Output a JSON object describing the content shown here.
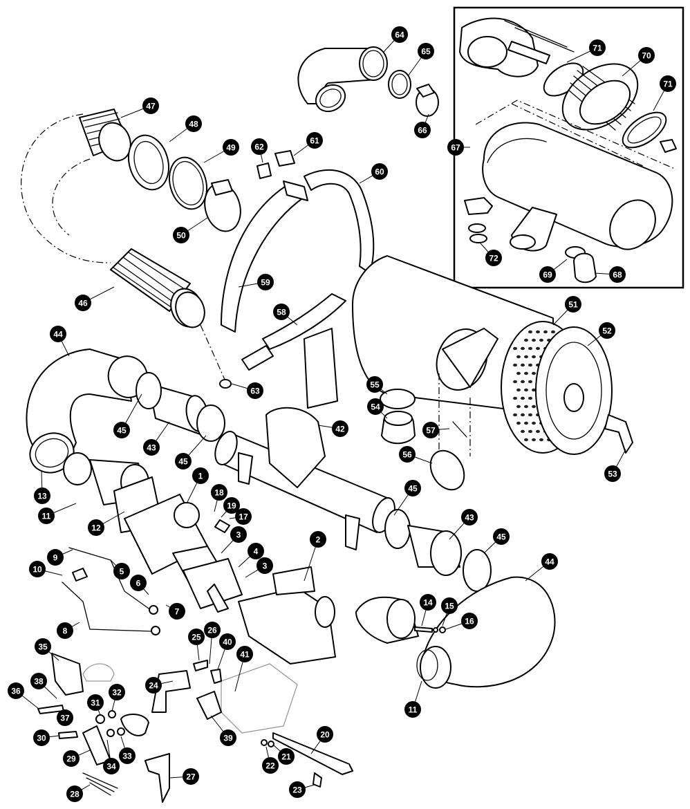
{
  "diagram": {
    "callouts": [
      {
        "id": "c1",
        "label": "1"
      },
      {
        "id": "c2",
        "label": "2"
      },
      {
        "id": "c3a",
        "label": "3"
      },
      {
        "id": "c3b",
        "label": "3"
      },
      {
        "id": "c4",
        "label": "4"
      },
      {
        "id": "c5",
        "label": "5"
      },
      {
        "id": "c6",
        "label": "6"
      },
      {
        "id": "c7",
        "label": "7"
      },
      {
        "id": "c8",
        "label": "8"
      },
      {
        "id": "c9",
        "label": "9"
      },
      {
        "id": "c10",
        "label": "10"
      },
      {
        "id": "c11a",
        "label": "11"
      },
      {
        "id": "c11b",
        "label": "11"
      },
      {
        "id": "c12",
        "label": "12"
      },
      {
        "id": "c13",
        "label": "13"
      },
      {
        "id": "c14",
        "label": "14"
      },
      {
        "id": "c15",
        "label": "15"
      },
      {
        "id": "c16",
        "label": "16"
      },
      {
        "id": "c17",
        "label": "17"
      },
      {
        "id": "c18",
        "label": "18"
      },
      {
        "id": "c19",
        "label": "19"
      },
      {
        "id": "c20",
        "label": "20"
      },
      {
        "id": "c21",
        "label": "21"
      },
      {
        "id": "c22",
        "label": "22"
      },
      {
        "id": "c23",
        "label": "23"
      },
      {
        "id": "c24",
        "label": "24"
      },
      {
        "id": "c25",
        "label": "25"
      },
      {
        "id": "c26",
        "label": "26"
      },
      {
        "id": "c27",
        "label": "27"
      },
      {
        "id": "c28",
        "label": "28"
      },
      {
        "id": "c29",
        "label": "29"
      },
      {
        "id": "c30",
        "label": "30"
      },
      {
        "id": "c31",
        "label": "31"
      },
      {
        "id": "c32",
        "label": "32"
      },
      {
        "id": "c33",
        "label": "33"
      },
      {
        "id": "c34",
        "label": "34"
      },
      {
        "id": "c35",
        "label": "35"
      },
      {
        "id": "c36",
        "label": "36"
      },
      {
        "id": "c37",
        "label": "37"
      },
      {
        "id": "c38",
        "label": "38"
      },
      {
        "id": "c39",
        "label": "39"
      },
      {
        "id": "c40",
        "label": "40"
      },
      {
        "id": "c41",
        "label": "41"
      },
      {
        "id": "c42",
        "label": "42"
      },
      {
        "id": "c43a",
        "label": "43"
      },
      {
        "id": "c43b",
        "label": "43"
      },
      {
        "id": "c44a",
        "label": "44"
      },
      {
        "id": "c44b",
        "label": "44"
      },
      {
        "id": "c45a",
        "label": "45"
      },
      {
        "id": "c45b",
        "label": "45"
      },
      {
        "id": "c45c",
        "label": "45"
      },
      {
        "id": "c45d",
        "label": "45"
      },
      {
        "id": "c46",
        "label": "46"
      },
      {
        "id": "c47",
        "label": "47"
      },
      {
        "id": "c48",
        "label": "48"
      },
      {
        "id": "c49",
        "label": "49"
      },
      {
        "id": "c50",
        "label": "50"
      },
      {
        "id": "c51",
        "label": "51"
      },
      {
        "id": "c52",
        "label": "52"
      },
      {
        "id": "c53",
        "label": "53"
      },
      {
        "id": "c54",
        "label": "54"
      },
      {
        "id": "c55",
        "label": "55"
      },
      {
        "id": "c56",
        "label": "56"
      },
      {
        "id": "c57",
        "label": "57"
      },
      {
        "id": "c58",
        "label": "58"
      },
      {
        "id": "c59",
        "label": "59"
      },
      {
        "id": "c60",
        "label": "60"
      },
      {
        "id": "c61",
        "label": "61"
      },
      {
        "id": "c62",
        "label": "62"
      },
      {
        "id": "c63",
        "label": "63"
      },
      {
        "id": "c64",
        "label": "64"
      },
      {
        "id": "c65",
        "label": "65"
      },
      {
        "id": "c66",
        "label": "66"
      },
      {
        "id": "c67",
        "label": "67"
      },
      {
        "id": "c68",
        "label": "68"
      },
      {
        "id": "c69",
        "label": "69"
      },
      {
        "id": "c70",
        "label": "70"
      },
      {
        "id": "c71a",
        "label": "71"
      },
      {
        "id": "c71b",
        "label": "71"
      },
      {
        "id": "c72",
        "label": "72"
      }
    ]
  }
}
